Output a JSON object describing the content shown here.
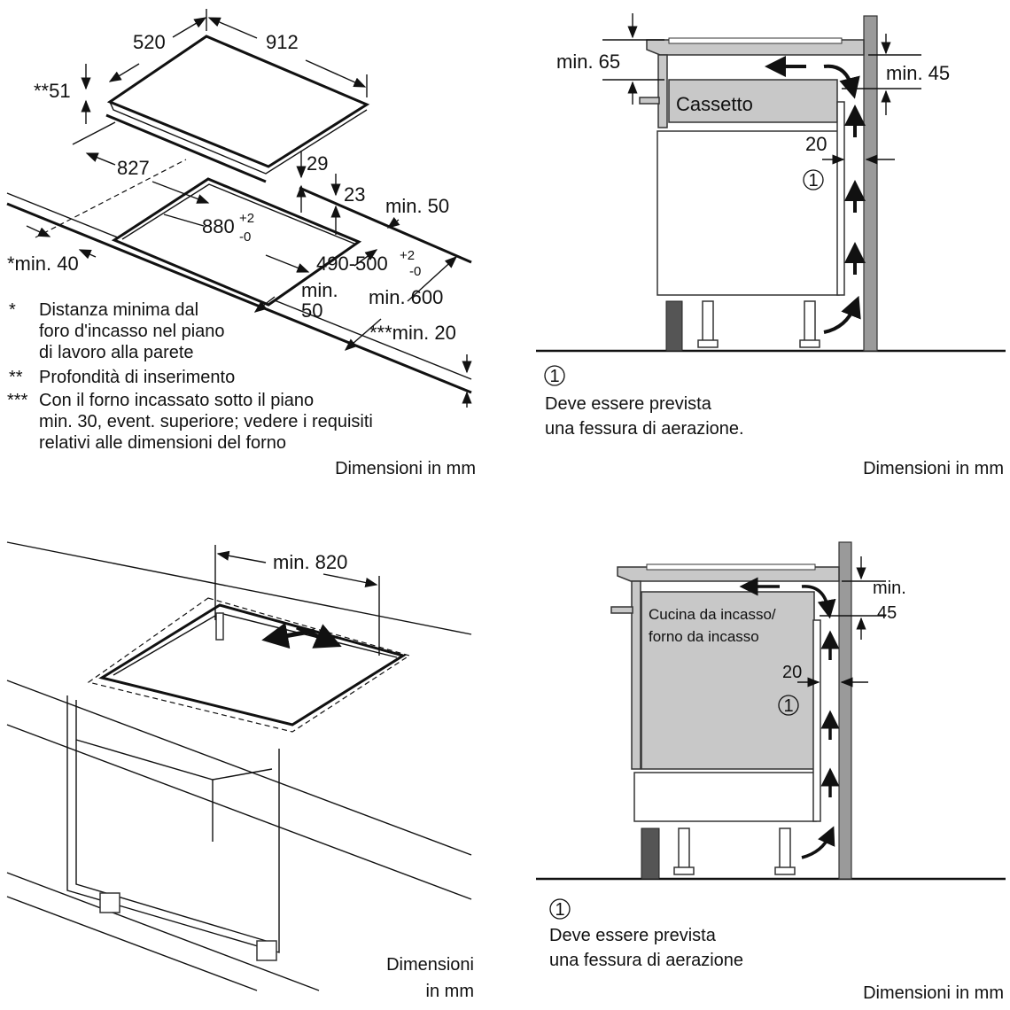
{
  "panel_top_left": {
    "dim_520": "520",
    "dim_912": "912",
    "dim_51": "**51",
    "dim_827": "827",
    "dim_29": "29",
    "dim_23": "23",
    "dim_min50_right": "min. 50",
    "dim_880": "880",
    "dim_880_tol_plus": "+2",
    "dim_880_tol_minus": "-0",
    "dim_490_500": "490-500",
    "dim_490_tol_plus": "+2",
    "dim_490_tol_minus": "-0",
    "dim_min40": "*min. 40",
    "dim_min_front": "min.",
    "dim_50_front": "50",
    "dim_min600": "min. 600",
    "dim_min20": "***min. 20",
    "notes": [
      {
        "mark": "*",
        "lines": [
          "Distanza minima dal",
          "foro d'incasso nel piano",
          "di lavoro alla parete"
        ]
      },
      {
        "mark": "**",
        "lines": [
          "Profondità di inserimento"
        ]
      },
      {
        "mark": "***",
        "lines": [
          "Con il forno incassato sotto il piano",
          "min. 30, event. superiore; vedere i requisiti",
          "relativi alle dimensioni del forno"
        ]
      }
    ],
    "units": "Dimensioni in mm"
  },
  "panel_top_right": {
    "dim_min65": "min. 65",
    "dim_min45": "min. 45",
    "drawer_label": "Cassetto",
    "dim_20": "20",
    "marker": "1",
    "legend_marker": "1",
    "legend_lines": [
      "Deve essere prevista",
      "una fessura di aerazione."
    ],
    "units": "Dimensioni in mm"
  },
  "panel_bottom_left": {
    "dim_min820": "min. 820",
    "units_lines": [
      "Dimensioni",
      "in mm"
    ]
  },
  "panel_bottom_right": {
    "dim_min": "min.",
    "dim_45": "45",
    "oven_label_lines": [
      "Cucina da incasso/",
      "forno da incasso"
    ],
    "dim_20": "20",
    "marker": "1",
    "legend_marker": "1",
    "legend_lines": [
      "Deve essere prevista",
      "una fessura di aerazione"
    ],
    "units": "Dimensioni in mm"
  }
}
